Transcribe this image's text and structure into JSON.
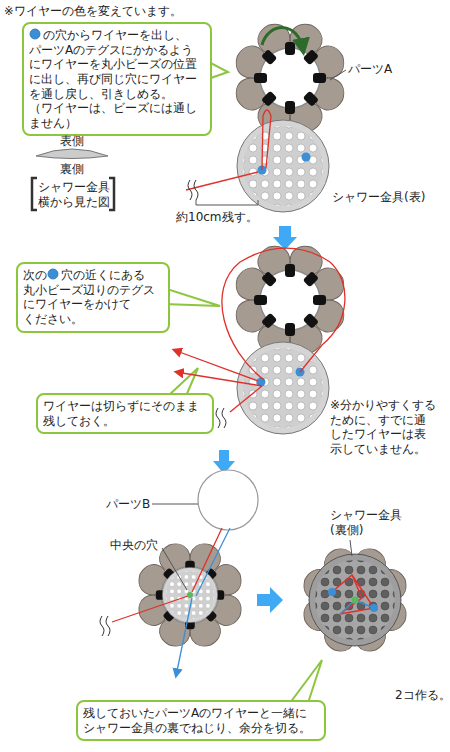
{
  "diagram": {
    "nodes": [
      {
        "text": [
          "の穴からワイヤーを出し、 パーツAのテグスにかかるよう にワイヤーを丸小ビーズの位置 に出し、再び同じ穴にワイヤー を通し戻し、引きしめる。 （ワイヤーは、ビーズには通し ません）"
        ]
      },
      {
        "text": [
          "次の",
          "穴の近くにある 丸小ビーズ辺りのテグス にワイヤーをかけて ください。"
        ]
      },
      {
        "text": [
          "ワイヤーは切らずにそのまま 残しておく。"
        ]
      },
      {
        "text": [
          "残しておいたパーツAのワイヤーと一緒に シャワー金具の裏でねじり、余分を切る。"
        ]
      }
    ],
    "labels": [
      "※ワイヤーの色を変えています。",
      "パーツA",
      "シャワー金具(表)",
      "表側",
      "裏側",
      "シャワー金具 横から見た図",
      "約10cm残す。",
      "※分かりやすくする ために、すでに通 したワイヤーは表 示していません。",
      "パーツB",
      "中央の穴",
      "シャワー金具 (裏側)",
      "2コ作る。"
    ]
  }
}
